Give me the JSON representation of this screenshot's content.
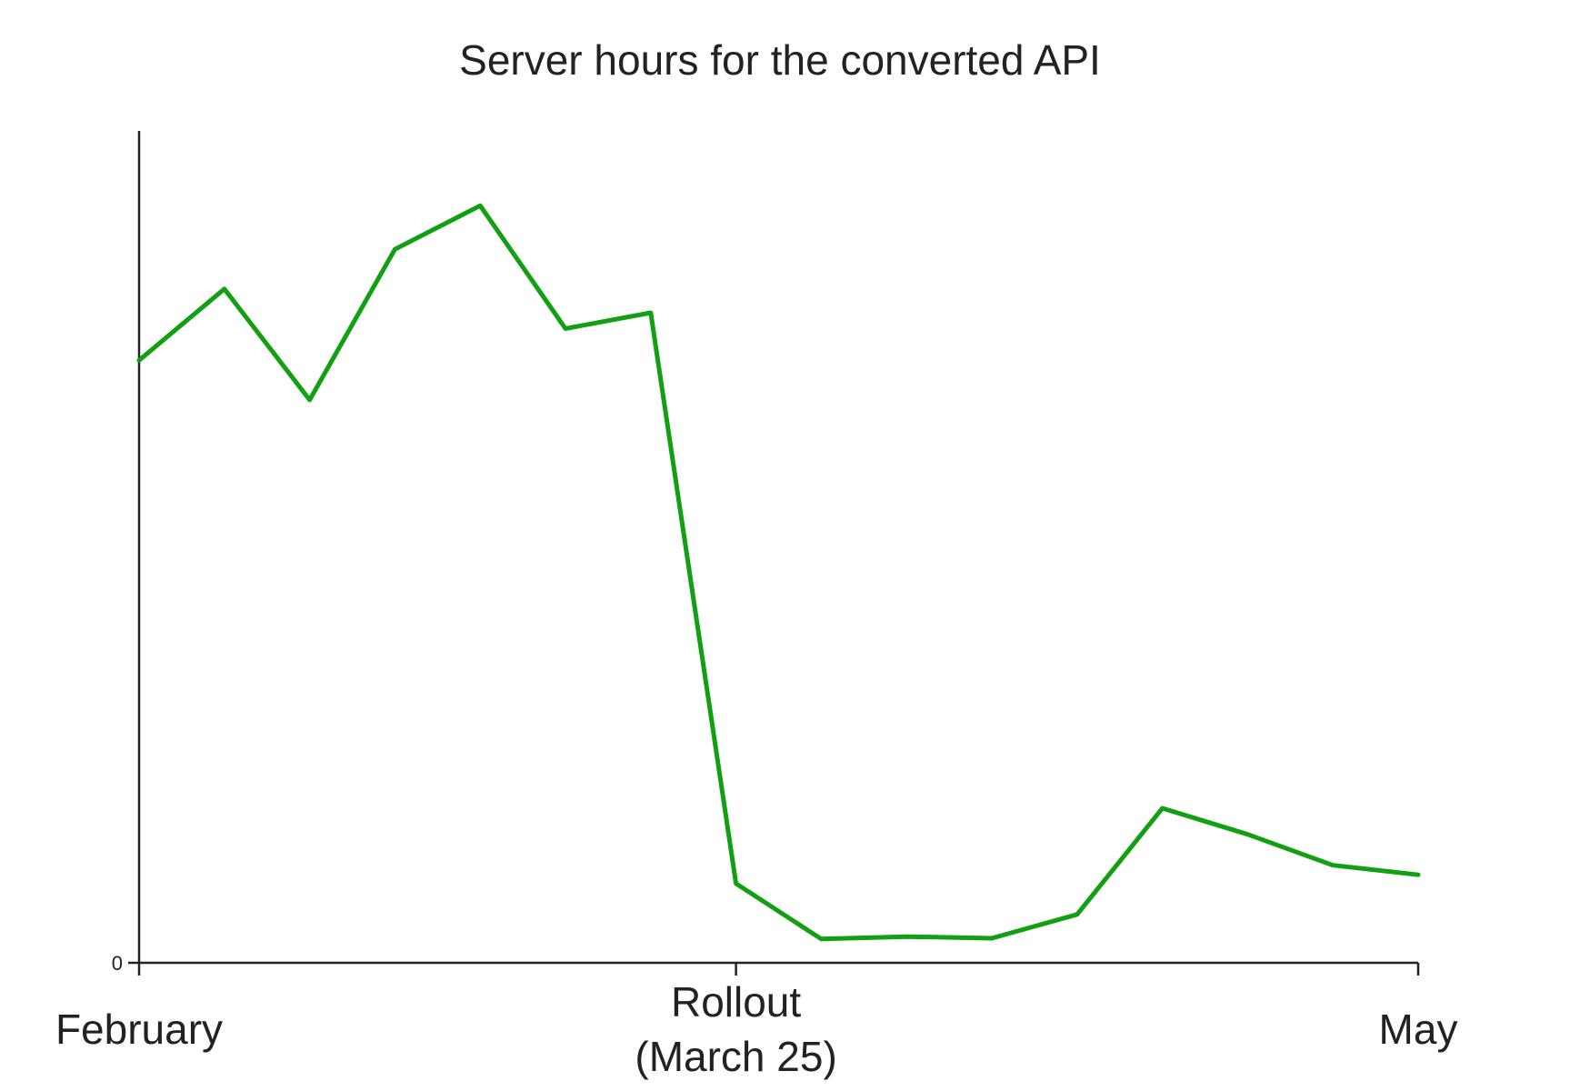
{
  "chart_data": {
    "type": "line",
    "title": "Server hours for the converted API",
    "xlabel": "",
    "ylabel": "",
    "x_ticks": [
      {
        "index": 0,
        "lines": [
          "February"
        ]
      },
      {
        "index": 7,
        "lines": [
          "Rollout",
          "(March 25)"
        ]
      },
      {
        "index": 15,
        "lines": [
          "May"
        ]
      }
    ],
    "y_ticks": [
      {
        "value": 0,
        "label": "0"
      }
    ],
    "x": [
      0,
      1,
      2,
      3,
      4,
      5,
      6,
      7,
      8,
      9,
      10,
      11,
      12,
      13,
      14,
      15
    ],
    "xlim": [
      0,
      15
    ],
    "ylim": [
      0,
      100
    ],
    "grid": false,
    "series": [
      {
        "color": "#11a011",
        "values": [
          76,
          85,
          71,
          90,
          95.5,
          80,
          82,
          10,
          3,
          3.3,
          3.1,
          6.1,
          19.5,
          16.2,
          12.3,
          11.1
        ]
      }
    ]
  }
}
